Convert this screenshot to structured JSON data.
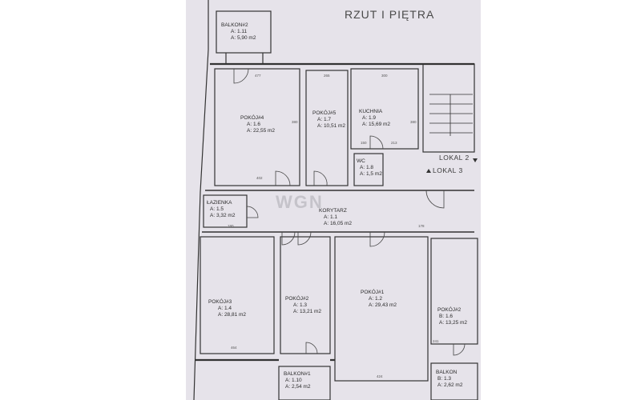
{
  "title": "RZUT I PIĘTRA",
  "watermark": "WGN",
  "lokal_2": "LOKAL 2",
  "lokal_3": "LOKAL 3",
  "rooms": {
    "balkon2": {
      "name": "BALKON#2",
      "num": "A: 1.11",
      "area": "A: 5,90 m2"
    },
    "pokoj4": {
      "name": "POKÓJ#4",
      "num": "A: 1.6",
      "area": "A: 22,55 m2"
    },
    "pokoj5": {
      "name": "POKÓJ#5",
      "num": "A: 1.7",
      "area": "A: 10,51 m2"
    },
    "kuchnia": {
      "name": "KUCHNIA",
      "num": "A: 1.9",
      "area": "A: 15,69 m2"
    },
    "wc": {
      "name": "WC",
      "num": "A: 1.8",
      "area": "A: 1,5 m2"
    },
    "lazienka": {
      "name": "ŁAZIENKA",
      "num": "A: 1.5",
      "area": "A: 3,32 m2"
    },
    "korytarz": {
      "name": "KORYTARZ",
      "num": "A: 1.1",
      "area": "A: 16,05 m2"
    },
    "pokoj3": {
      "name": "POKÓJ#3",
      "num": "A: 1.4",
      "area": "A: 28,81 m2"
    },
    "pokoj2a": {
      "name": "POKÓJ#2",
      "num": "A: 1.3",
      "area": "A: 13,21 m2"
    },
    "pokoj1": {
      "name": "POKÓJ#1",
      "num": "A: 1.2",
      "area": "A: 29,43 m2"
    },
    "pokoj2b": {
      "name": "POKÓJ#2",
      "num": "B: 1.6",
      "area": "A: 13,25 m2"
    },
    "balkon1": {
      "name": "BALKON#1",
      "num": "A: 1.10",
      "area": "A: 2,54 m2"
    },
    "balkon": {
      "name": "BALKON",
      "num": "B: 1.3",
      "area": "A: 2,62 m2"
    }
  },
  "dimensions": {
    "d_pokoj4_top": "477",
    "d_pokoj5_top": "265",
    "d_kuchnia_top": "300",
    "d_pokoj4_side": "380",
    "d_pokoj4_bottom": "402",
    "d_kuchnia_side": "380",
    "d_kuchnia_bottom_a": "150",
    "d_kuchnia_bottom_b": "213",
    "d_lazienka_bottom": "180",
    "d_pokoj3_bottom": "464",
    "d_pokoj1_bottom": "424",
    "d_pokoj2b_bottom": "241",
    "d_corr": "178"
  }
}
